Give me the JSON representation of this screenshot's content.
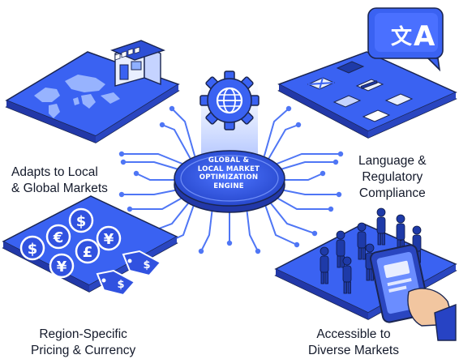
{
  "hub": {
    "lines": [
      "GLOBAL &",
      "LOCAL MARKET",
      "OPTIMIZATION",
      "ENGINE"
    ]
  },
  "features": {
    "top_left": {
      "lines": [
        "Adapts to Local",
        "& Global Markets"
      ],
      "icons": [
        "world-map-icon",
        "storefront-icon"
      ]
    },
    "top_right": {
      "lines": [
        "Language &",
        "Regulatory",
        "Compliance"
      ],
      "icons": [
        "translate-icon",
        "flag-icon"
      ]
    },
    "bottom_left": {
      "lines": [
        "Region-Specific",
        "Pricing & Currency"
      ],
      "icons": [
        "dollar-coin-icon",
        "euro-coin-icon",
        "yen-coin-icon",
        "pound-coin-icon",
        "price-tag-icon"
      ]
    },
    "bottom_right": {
      "lines": [
        "Accessible to",
        "Diverse Markets"
      ],
      "icons": [
        "people-icon",
        "smartphone-icon"
      ]
    }
  },
  "center_icon": "globe-gear-icon",
  "translate_glyphs": {
    "left": "文",
    "right": "A"
  },
  "currency_symbols": [
    "$",
    "€",
    "¥",
    "¥",
    "£",
    "$"
  ],
  "tag_symbols": [
    "$",
    "$"
  ],
  "colors": {
    "platform": "#3a62f2",
    "platform_side": "#2743c4",
    "platform_edge": "#5b82ff",
    "outline": "#1a2550",
    "circuit": "#4f76f5",
    "text": "#141a2b",
    "accent": "#ffffff"
  }
}
